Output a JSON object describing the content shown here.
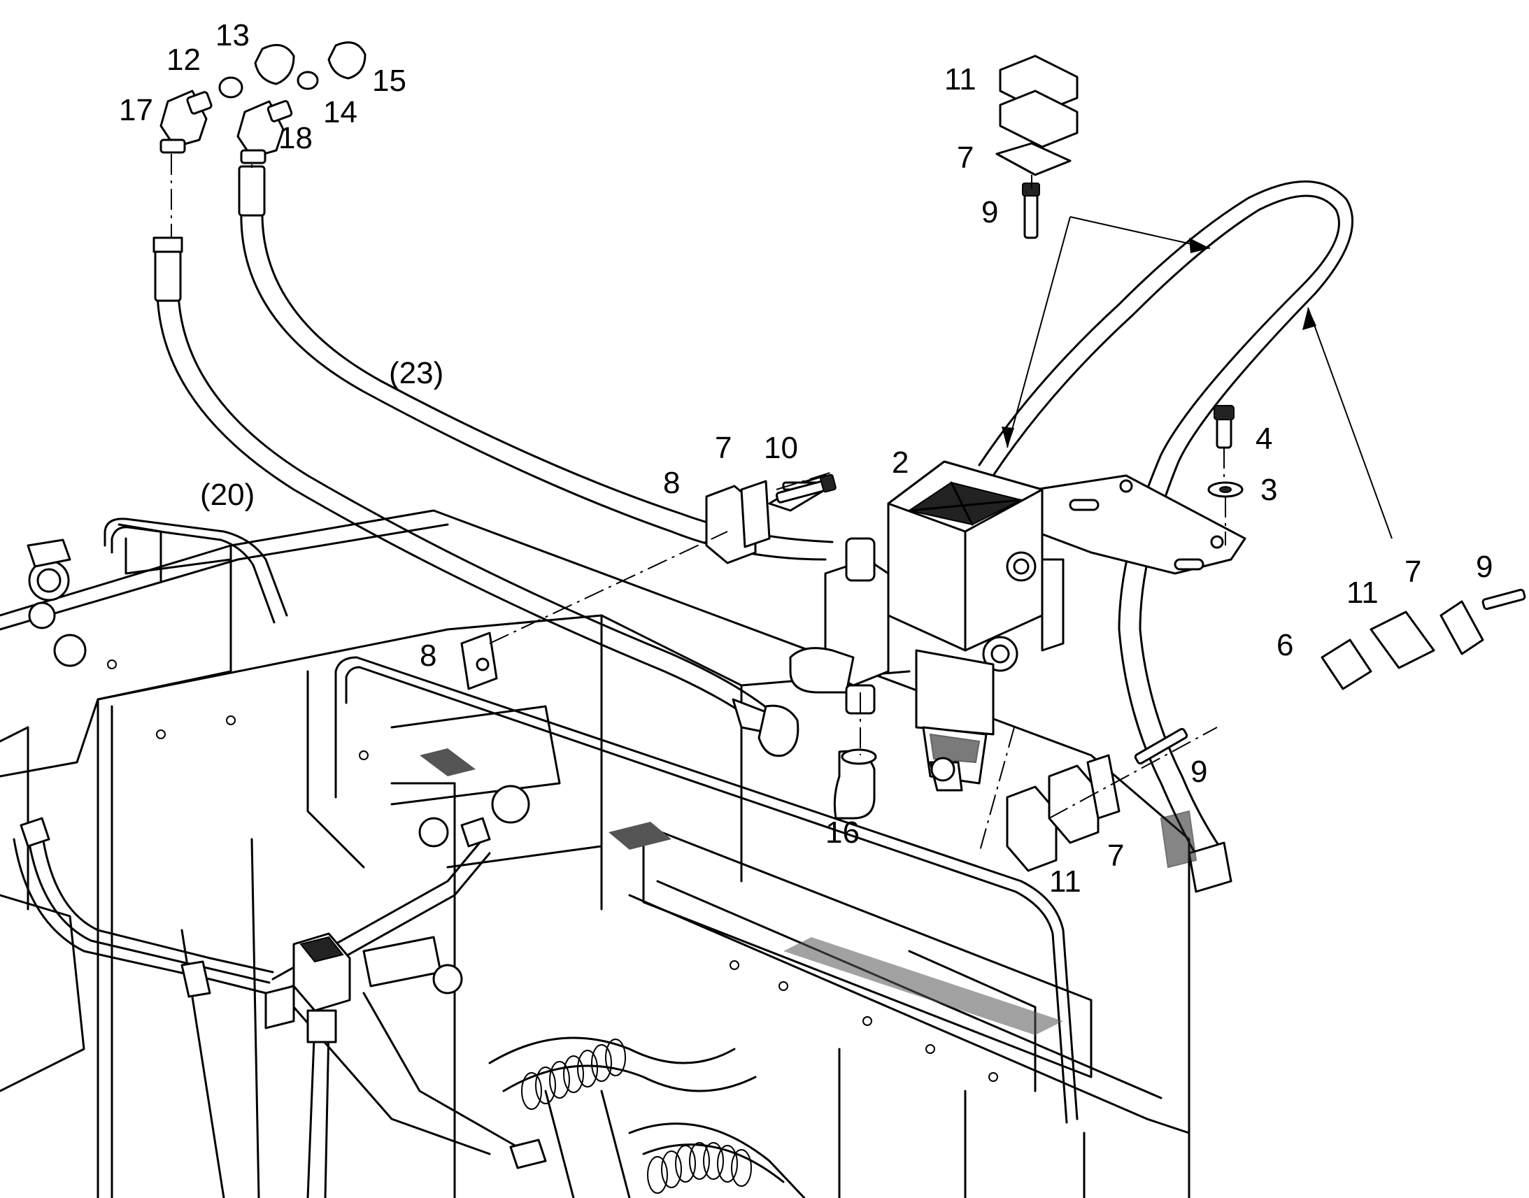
{
  "labels": {
    "p2": "2",
    "p3": "3",
    "p4": "4",
    "p6": "6",
    "p7_top": "7",
    "p7_mid": "7",
    "p7_right": "7",
    "p7_bottom": "7",
    "p8_upper": "8",
    "p8_lower": "8",
    "p9_top": "9",
    "p9_right": "9",
    "p9_lower": "9",
    "p10": "10",
    "p11_top": "11",
    "p11_right": "11",
    "p11_bottom": "11",
    "p12": "12",
    "p13": "13",
    "p14": "14",
    "p15": "15",
    "p16": "16",
    "p17": "17",
    "p18": "18",
    "hose20": "(20)",
    "hose23": "(23)"
  }
}
